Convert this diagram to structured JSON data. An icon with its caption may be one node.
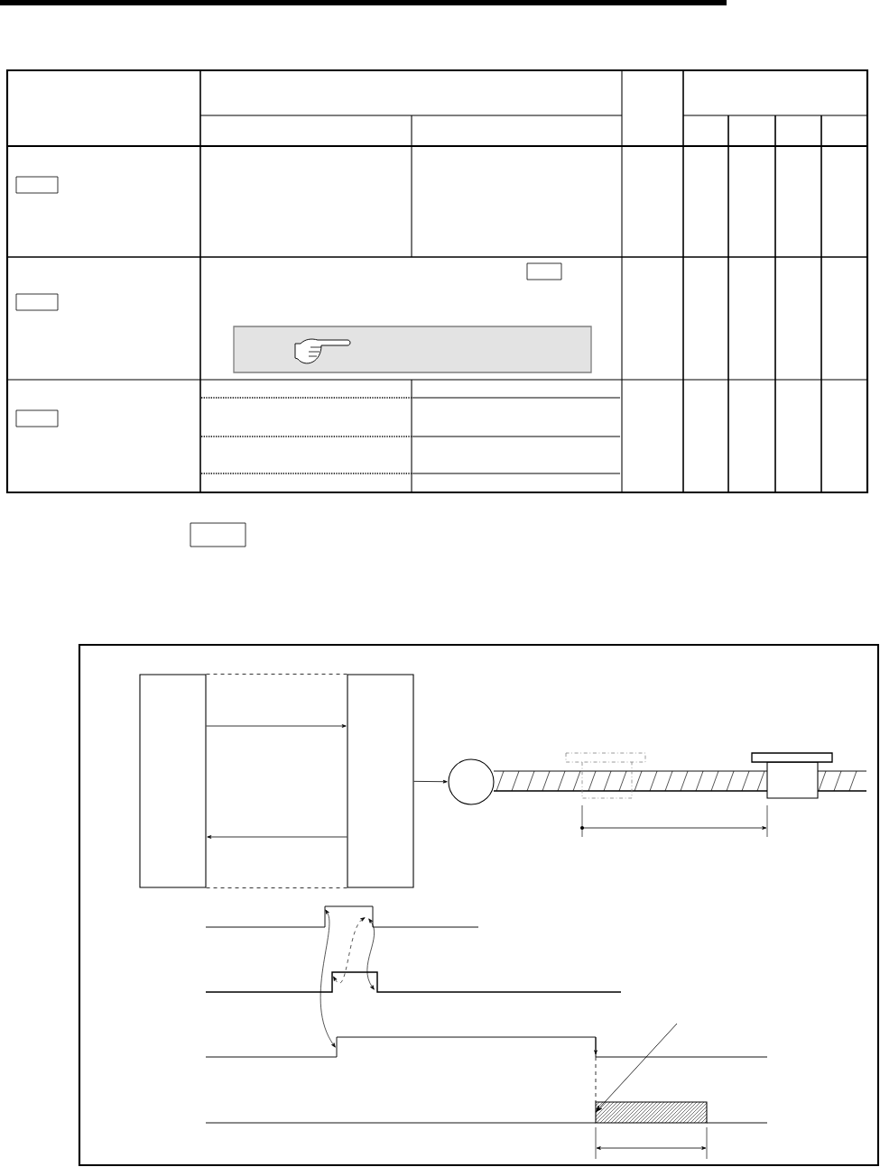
{
  "diagram": {
    "nodes": [
      {
        "text": [],
        "shape": "box"
      },
      {
        "text": [],
        "shape": "box"
      },
      {
        "text": [],
        "shape": "circle"
      },
      {
        "text": [],
        "shape": "bar"
      }
    ],
    "edges": [
      {
        "from": 0,
        "to": 1,
        "arrow": "to"
      },
      {
        "from": 1,
        "to": 0,
        "arrow": "to"
      },
      {
        "from": 1,
        "to": 2,
        "arrow": "to"
      },
      {
        "from": null,
        "to": 3,
        "arrow": "to"
      },
      {
        "from": 0,
        "to": 1,
        "arrow": "none",
        "style": "dashed"
      },
      {
        "from": 0,
        "to": 1,
        "arrow": "none",
        "style": "dashed"
      }
    ]
  }
}
